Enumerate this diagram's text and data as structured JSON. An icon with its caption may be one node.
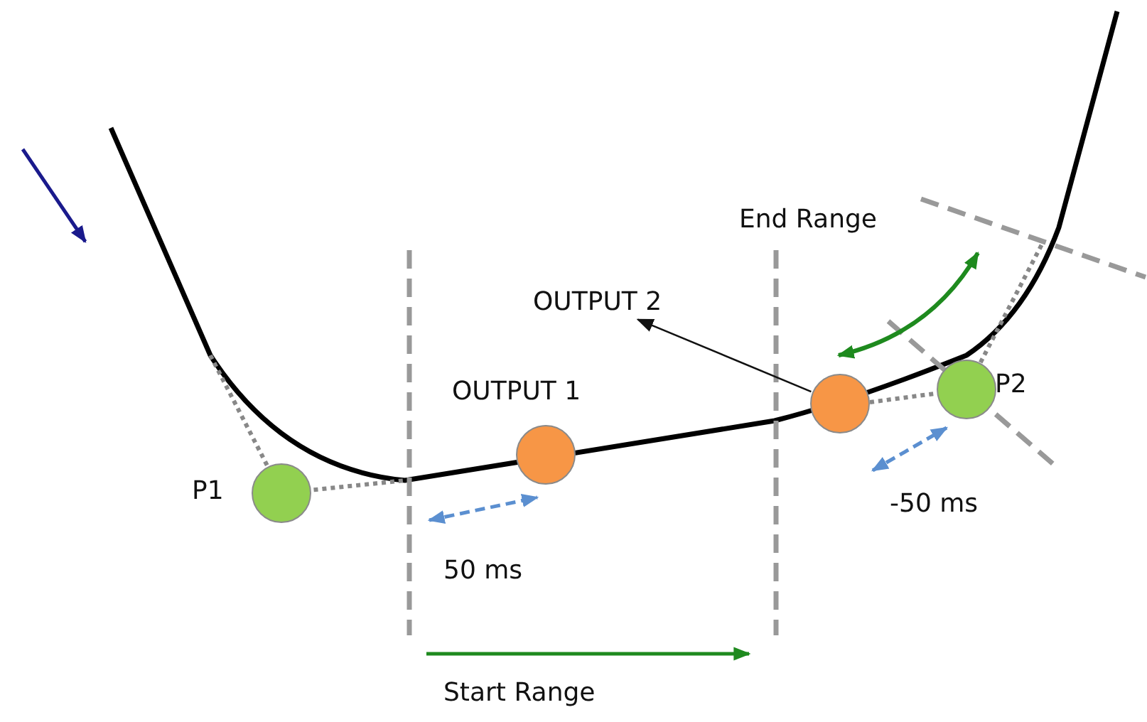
{
  "diagram": {
    "nodes": [
      {
        "text": [],
        "shape": "circle",
        "beside": [
          "P1"
        ]
      },
      {
        "text": [],
        "shape": "circle",
        "beside": [
          "OUTPUT 1"
        ]
      },
      {
        "text": [
          "OUTPUT 2"
        ]
      },
      {
        "text": [],
        "shape": "circle"
      },
      {
        "text": [],
        "shape": "circle",
        "beside": [
          "P2"
        ]
      }
    ],
    "edges": [
      {
        "from": 3,
        "to": 2,
        "arrow": "to"
      }
    ],
    "labels": [
      "End Range",
      "50 ms",
      "-50 ms",
      "Start Range"
    ]
  }
}
